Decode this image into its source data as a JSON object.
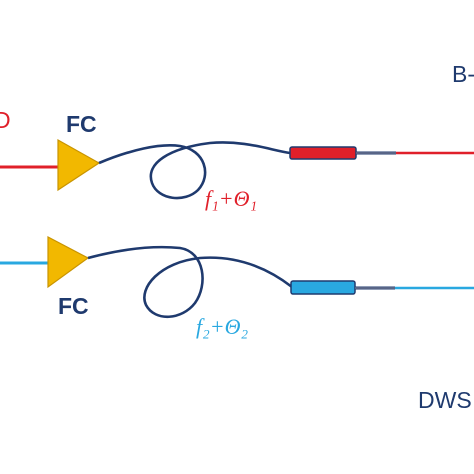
{
  "labels": {
    "fc_top": "FC",
    "fc_bottom": "FC",
    "top_right": "B-",
    "bottom_right": "DWS",
    "left_top_fragment": "D"
  },
  "channels": [
    {
      "freq_label": "f₁+Θ₁",
      "color": "#e0202a",
      "fiber_color": "#1f3a6e"
    },
    {
      "freq_label": "f₂+Θ₂",
      "color": "#29a8e0",
      "fiber_color": "#1f3a6e"
    }
  ],
  "colors": {
    "coupler": "#f2b800",
    "coupler_edge": "#c99400",
    "text": "#1f3a6e",
    "fiber": "#1f3a6e",
    "red": "#e0202a",
    "blue": "#29a8e0",
    "grey_stub": "#7a7a8a"
  }
}
